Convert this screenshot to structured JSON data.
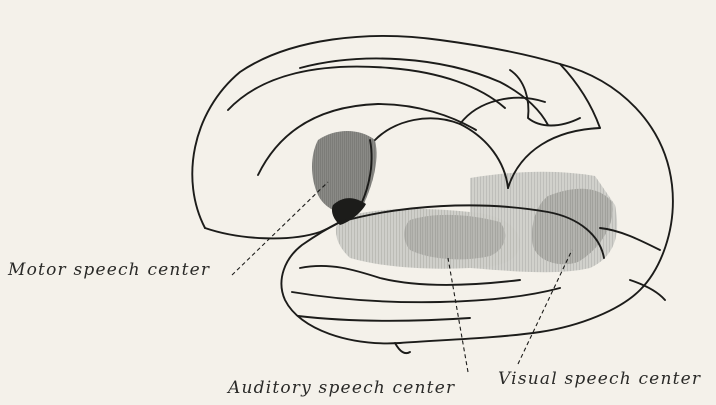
{
  "labels": {
    "motor": "Motor speech center",
    "auditory": "Auditory speech center",
    "visual": "Visual speech center"
  },
  "colors": {
    "background": "#f4f1ea",
    "outline": "#1c1c1a",
    "shade_dark": "#7d7d79",
    "shade_mid": "#a9a9a5",
    "shade_light": "#c9c9c4",
    "text": "#2a2a28"
  }
}
